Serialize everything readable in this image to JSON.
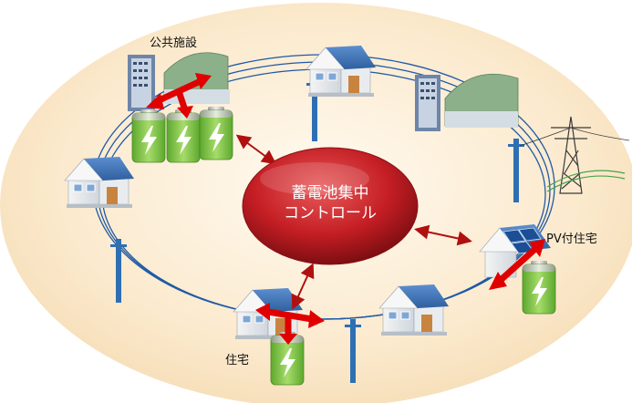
{
  "labels": {
    "public_facility": "公共施設",
    "pv_house": "PV付住宅",
    "house": "住宅"
  },
  "controller": {
    "line1": "蓄電池集中",
    "line2": "コントロール"
  },
  "colors": {
    "background_ellipse": "#fbe8c9",
    "controller": "#c9202a",
    "arrow": "#e00000",
    "dark_arrow": "#a01010",
    "battery": "#7dc242",
    "pole": "#2e6fb3",
    "house_roof": "#3f73b5"
  }
}
